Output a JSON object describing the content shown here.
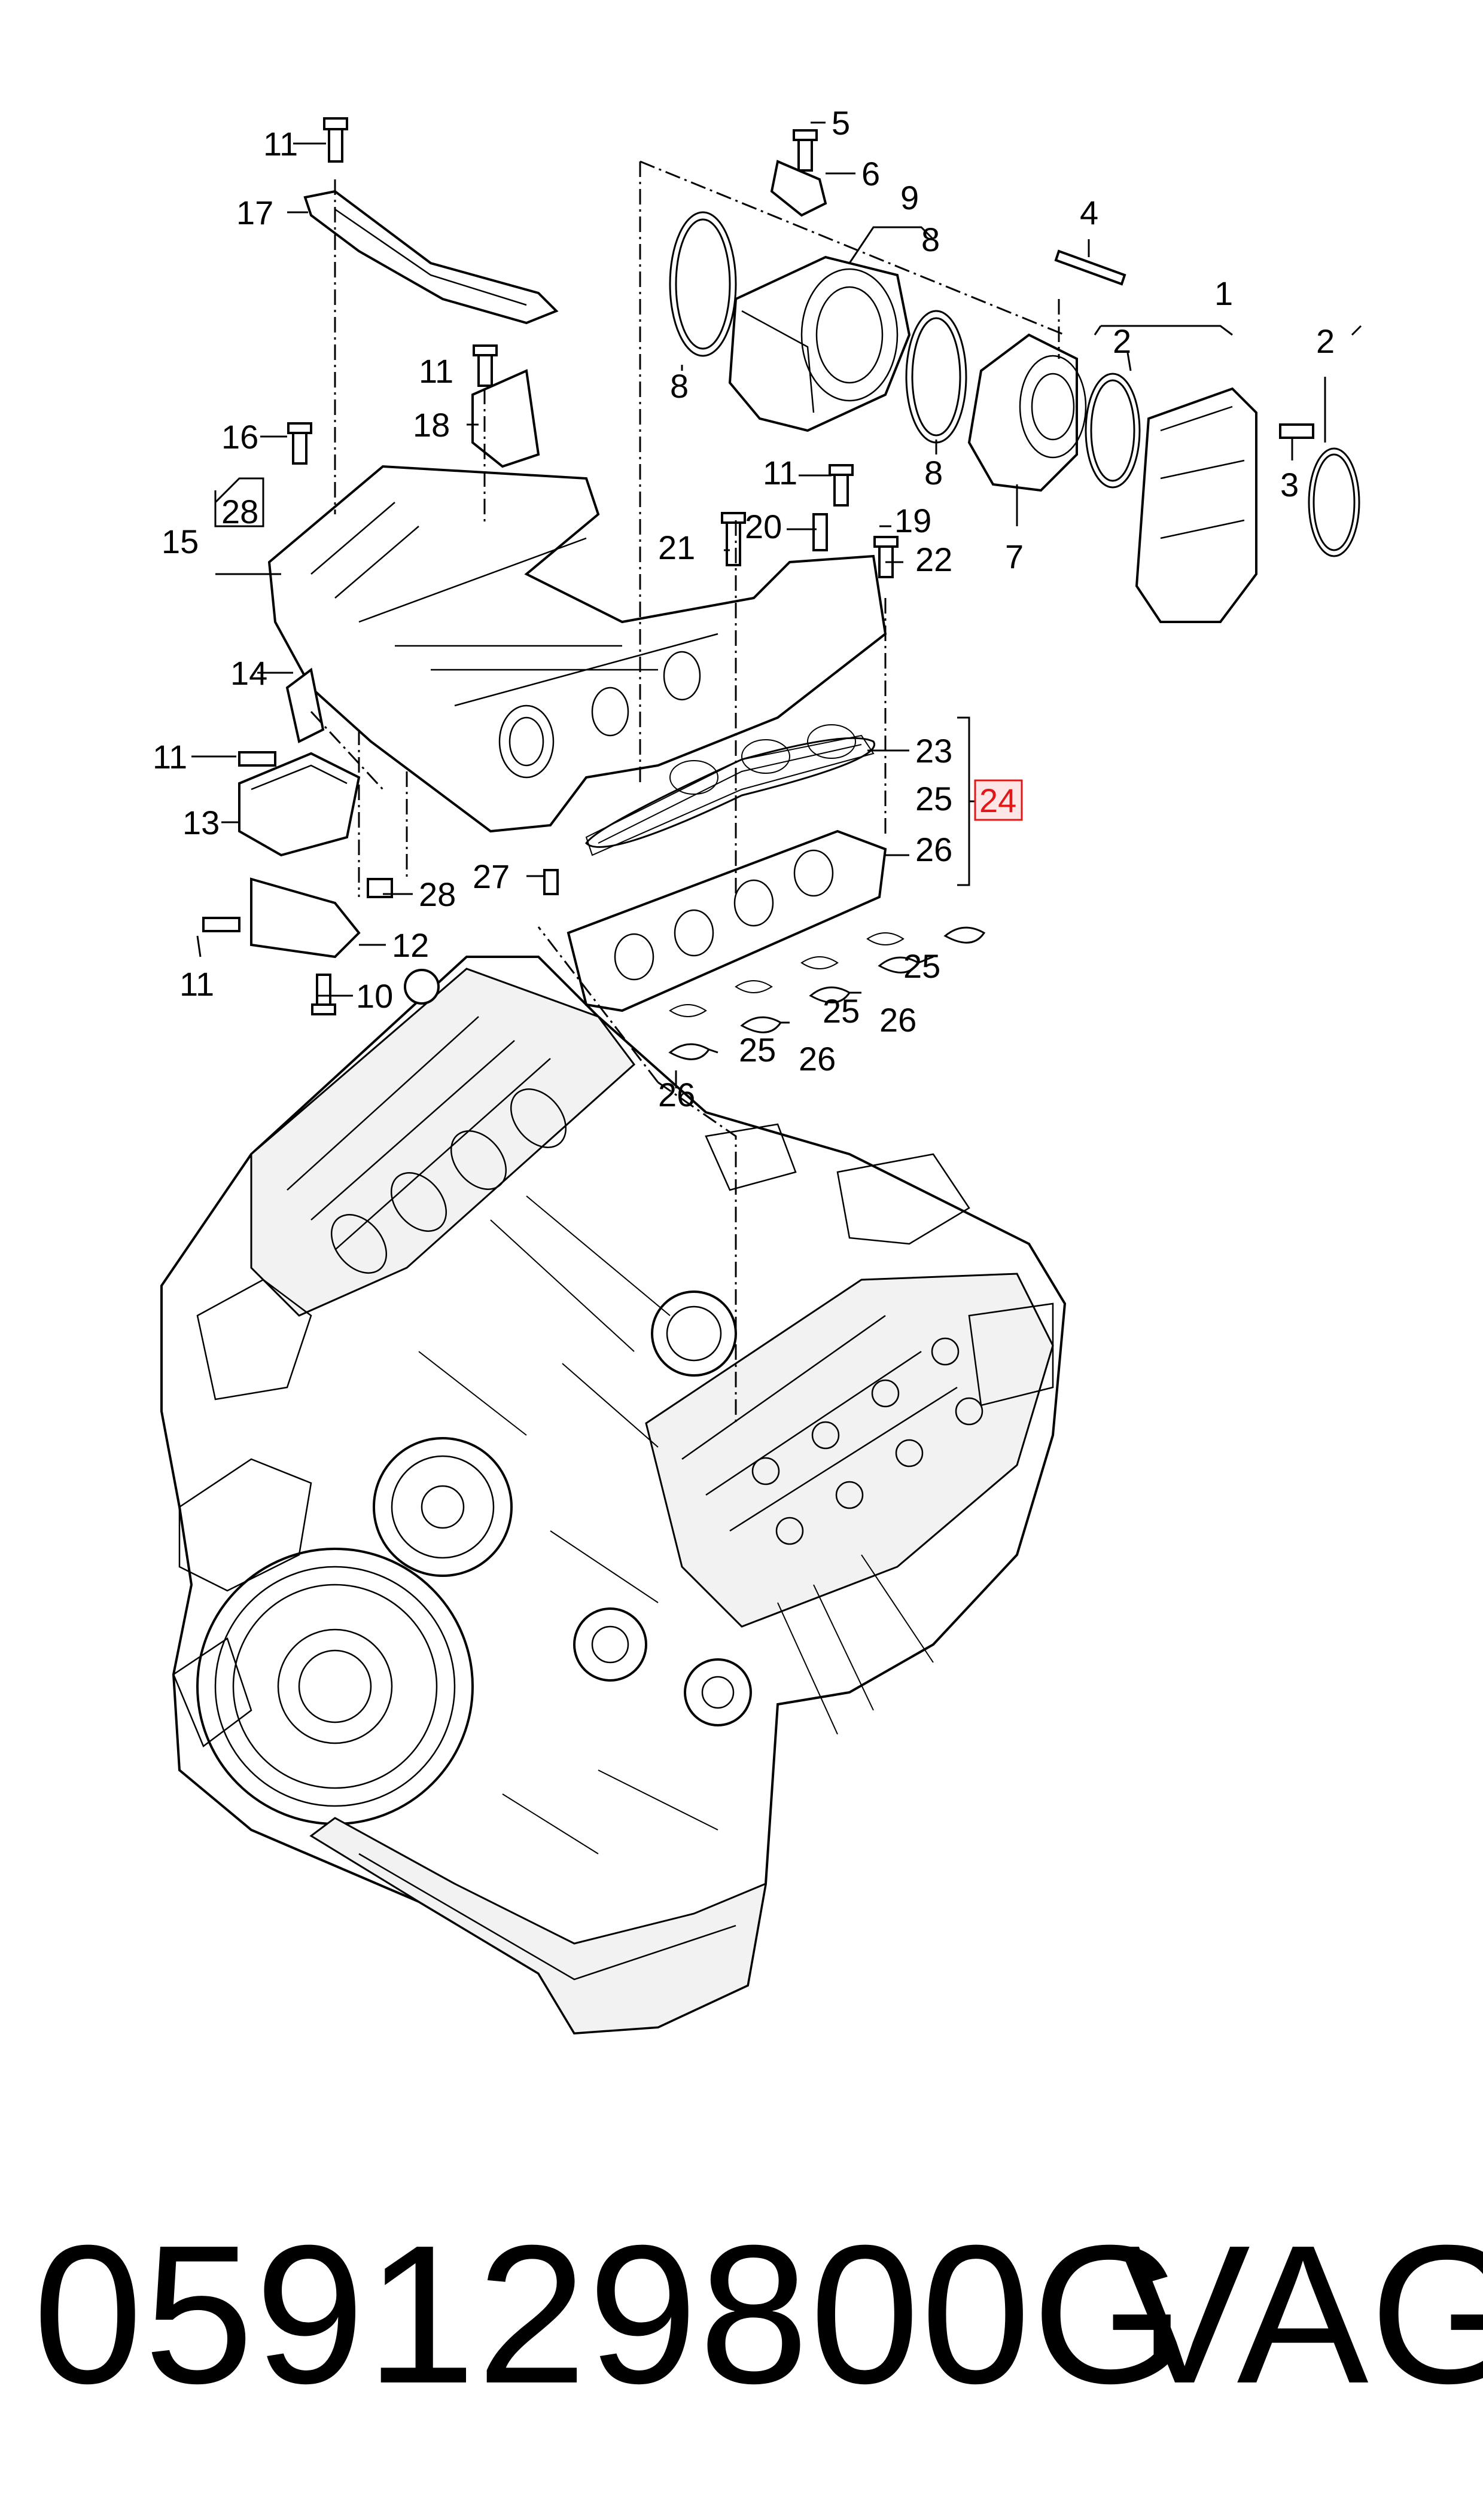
{
  "diagram": {
    "callouts": {
      "c1": "1",
      "c2a": "2",
      "c2b": "2",
      "c3": "3",
      "c4": "4",
      "c5": "5",
      "c6": "6",
      "c7": "7",
      "c8a": "8",
      "c8b": "8",
      "c8c": "8",
      "c9": "9",
      "c10": "10",
      "c11a": "11",
      "c11b": "11",
      "c11c": "11",
      "c11d": "11",
      "c11e": "11",
      "c12": "12",
      "c13": "13",
      "c14": "14",
      "c15": "15",
      "c16": "16",
      "c17": "17",
      "c18": "18",
      "c19": "19",
      "c20": "20",
      "c21": "21",
      "c22": "22",
      "c23": "23",
      "c24": "24",
      "c25a": "25",
      "c25b": "25",
      "c25c": "25",
      "c25d": "25",
      "c26a": "26",
      "c26b": "26",
      "c26c": "26",
      "c26d": "26",
      "c27": "27",
      "c28a": "28",
      "c28b": "28"
    },
    "highlight_color": "#e01818"
  },
  "footer": {
    "part_number": "059129800G",
    "brand": "VAG"
  }
}
